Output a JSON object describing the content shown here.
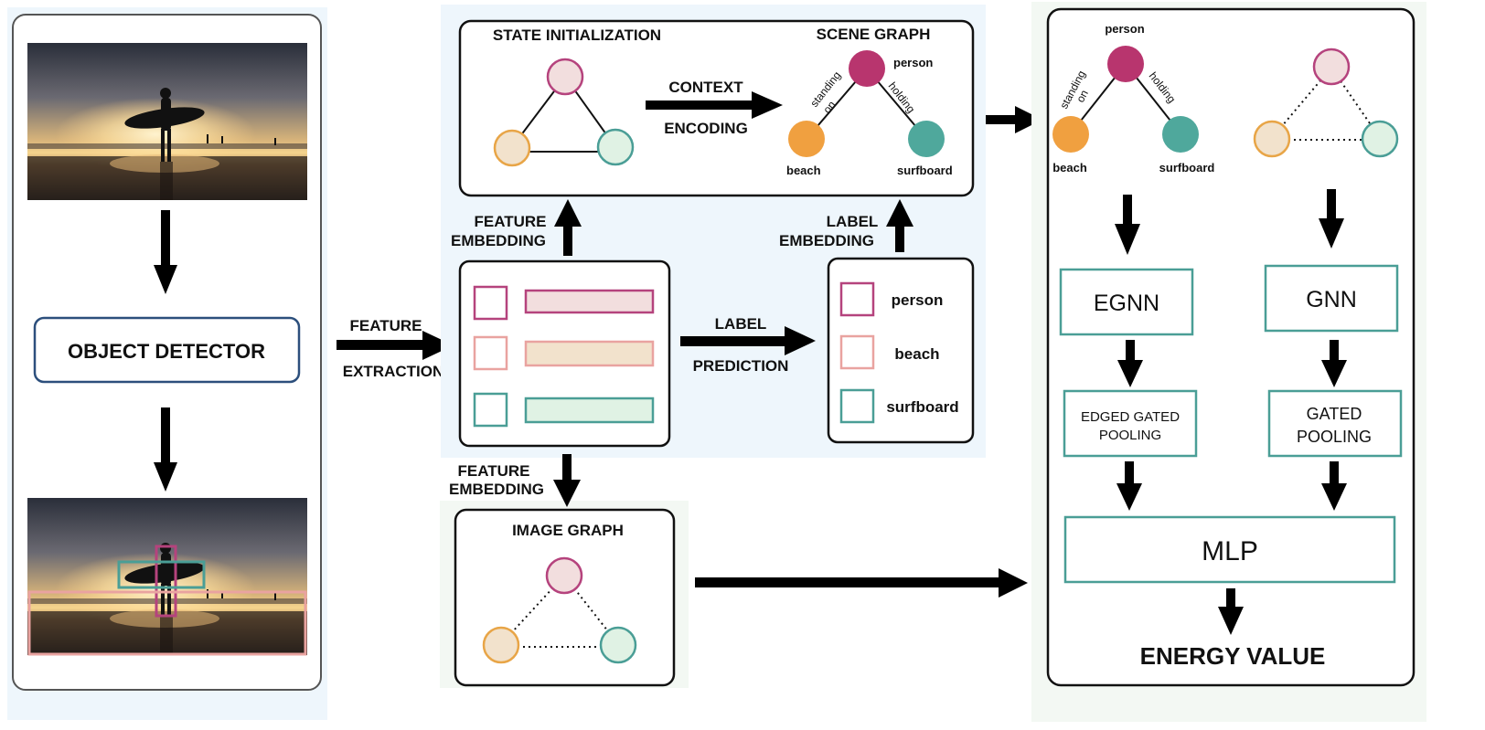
{
  "colors": {
    "pink_stroke": "#b5437d",
    "pink_fill": "#f2dede",
    "orange_stroke": "#e8a547",
    "orange_fill": "#f2e2cc",
    "teal_stroke": "#4a9e96",
    "teal_fill": "#e0f2e4",
    "person_node": "#b8356e",
    "beach_node": "#f0a040",
    "surfboard_node": "#4fa89c",
    "box_stroke": "#4a9e96",
    "detector_stroke": "#2c4f7c",
    "panel_bg_blue": "#eef6fc",
    "panel_bg_green": "#f3f8f3"
  },
  "left_panel": {
    "top_image_icon": "surfer-silhouette-sunset-photo",
    "detector_label": "OBJECT DETECTOR",
    "bottom_image_icon": "surfer-photo-with-bounding-boxes"
  },
  "feature_extraction": {
    "line1": "FEATURE",
    "line2": "EXTRACTION"
  },
  "state_init": {
    "title": "STATE INITIALIZATION"
  },
  "context_encoding": {
    "line1": "CONTEXT",
    "line2": "ENCODING"
  },
  "scene_graph": {
    "title": "SCENE GRAPH",
    "node_person": "person",
    "node_beach": "beach",
    "node_surfboard": "surfboard",
    "edge_standing": "standing",
    "edge_on": "on",
    "edge_holding": "holding"
  },
  "feature_embedding_up": {
    "line1": "FEATURE",
    "line2": "EMBEDDING"
  },
  "label_embedding": {
    "line1": "LABEL",
    "line2": "EMBEDDING"
  },
  "label_prediction": {
    "line1": "LABEL",
    "line2": "PREDICTION"
  },
  "labels_box": {
    "items": [
      "person",
      "beach",
      "surfboard"
    ]
  },
  "feature_embedding_down": {
    "line1": "FEATURE",
    "line2": "EMBEDDING"
  },
  "image_graph": {
    "title": "IMAGE GRAPH"
  },
  "right_panel": {
    "node_person": "person",
    "node_beach": "beach",
    "node_surfboard": "surfboard",
    "edge_standing": "standing",
    "edge_on": "on",
    "edge_holding": "holding",
    "egnn": "EGNN",
    "gnn": "GNN",
    "edged_pool_line1": "EDGED GATED",
    "edged_pool_line2": "POOLING",
    "gated_pool_line1": "GATED",
    "gated_pool_line2": "POOLING",
    "mlp": "MLP",
    "energy": "ENERGY VALUE"
  }
}
